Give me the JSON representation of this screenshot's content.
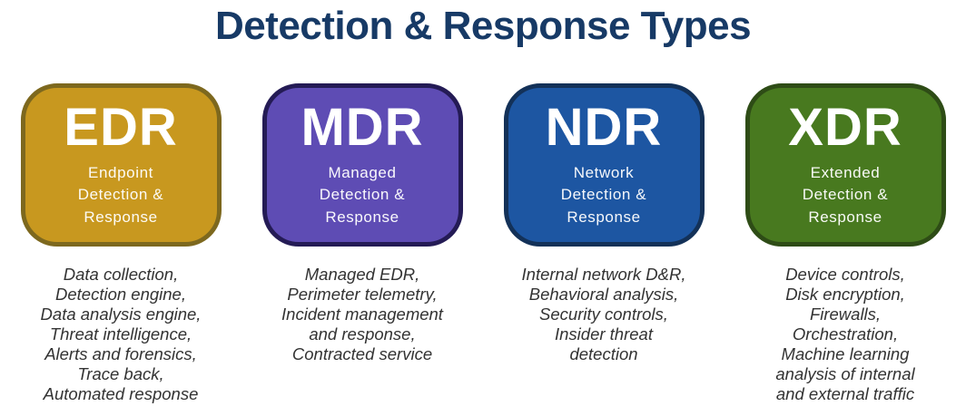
{
  "title": "Detection & Response Types",
  "colors": {
    "title_navy": "#173a66",
    "description_text": "#333333",
    "background": "#ffffff"
  },
  "cards": [
    {
      "acronym": "EDR",
      "name": "Endpoint\nDetection &\nResponse",
      "fill": "#c8981f",
      "border": "#7d681e",
      "features": "Data collection,\nDetection engine,\nData analysis engine,\nThreat intelligence,\nAlerts and forensics,\nTrace back,\nAutomated response"
    },
    {
      "acronym": "MDR",
      "name": "Managed\nDetection &\nResponse",
      "fill": "#5e4cb4",
      "border": "#241b55",
      "features": "Managed EDR,\nPerimeter telemetry,\nIncident management\nand response,\nContracted service"
    },
    {
      "acronym": "NDR",
      "name": "Network\nDetection &\nResponse",
      "fill": "#1d56a2",
      "border": "#133158",
      "features": "Internal network D&R,\nBehavioral analysis,\nSecurity controls,\nInsider threat\ndetection"
    },
    {
      "acronym": "XDR",
      "name": "Extended\nDetection &\nResponse",
      "fill": "#48791f",
      "border": "#2e4c16",
      "features": "Device controls,\nDisk encryption,\nFirewalls,\nOrchestration,\nMachine learning\nanalysis of internal\nand external traffic"
    }
  ]
}
